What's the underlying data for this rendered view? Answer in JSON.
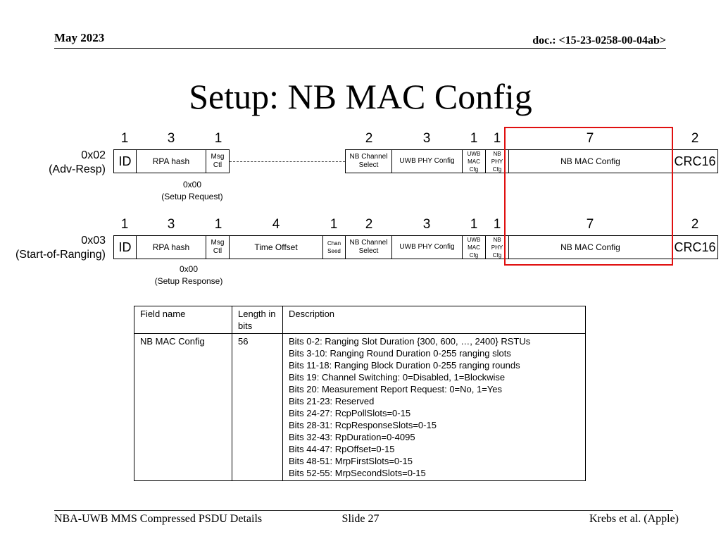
{
  "header": {
    "date": "May 2023",
    "doc": "doc.: <15-23-0258-00-04ab>"
  },
  "title": "Setup: NB MAC Config",
  "row1": {
    "label_id": "0x02",
    "label_name": "(Adv-Resp)",
    "sizes": [
      "1",
      "3",
      "1",
      "2",
      "3",
      "1",
      "1",
      "7",
      "2"
    ],
    "fields": {
      "id": "ID",
      "rpa": "RPA hash",
      "msg_a": "Msg",
      "msg_b": "Ctl",
      "nbch_a": "NB Channel",
      "nbch_b": "Select",
      "uwbphy": "UWB PHY Config",
      "uwbmac_a": "UWB",
      "uwbmac_b": "MAC",
      "uwbmac_c": "Cfg",
      "nbphy_a": "NB",
      "nbphy_b": "PHY",
      "nbphy_c": "Cfg",
      "nbmac": "NB MAC Config",
      "crc": "CRC16"
    },
    "note_a": "0x00",
    "note_b": "(Setup Request)"
  },
  "row2": {
    "label_id": "0x03",
    "label_name": "(Start-of-Ranging)",
    "sizes": [
      "1",
      "3",
      "1",
      "4",
      "1",
      "2",
      "3",
      "1",
      "1",
      "7",
      "2"
    ],
    "fields": {
      "id": "ID",
      "rpa": "RPA hash",
      "msg_a": "Msg",
      "msg_b": "Ctl",
      "timeoff": "Time Offset",
      "chan_a": "Chan",
      "chan_b": "Seed",
      "nbch_a": "NB Channel",
      "nbch_b": "Select",
      "uwbphy": "UWB PHY Config",
      "uwbmac_a": "UWB",
      "uwbmac_b": "MAC",
      "uwbmac_c": "Cfg",
      "nbphy_a": "NB",
      "nbphy_b": "PHY",
      "nbphy_c": "Cfg",
      "nbmac": "NB MAC Config",
      "crc": "CRC16"
    },
    "note_a": "0x00",
    "note_b": "(Setup Response)"
  },
  "table": {
    "headers": [
      "Field name",
      "Length in bits",
      "Description"
    ],
    "field_name": "NB MAC Config",
    "length": "56",
    "description": [
      "Bits 0-2: Ranging Slot Duration {300, 600, …, 2400} RSTUs",
      "Bits 3-10: Ranging Round Duration 0-255 ranging slots",
      "Bits 11-18: Ranging Block Duration 0-255 ranging rounds",
      "Bits 19: Channel Switching: 0=Disabled, 1=Blockwise",
      "Bits 20: Measurement Report Request: 0=No, 1=Yes",
      "Bits 21-23: Reserved",
      "Bits 24-27: RcpPollSlots=0-15",
      "Bits 28-31: RcpResponseSlots=0-15",
      "Bits 32-43: RpDuration=0-4095",
      "Bits 44-47: RpOffset=0-15",
      "Bits 48-51: MrpFirstSlots=0-15",
      "Bits 52-55: MrpSecondSlots=0-15"
    ]
  },
  "footer": {
    "left": "NBA-UWB MMS Compressed PSDU Details",
    "center": "Slide 27",
    "right": "Krebs et al. (Apple)"
  },
  "colors": {
    "highlight": "#e01010"
  }
}
